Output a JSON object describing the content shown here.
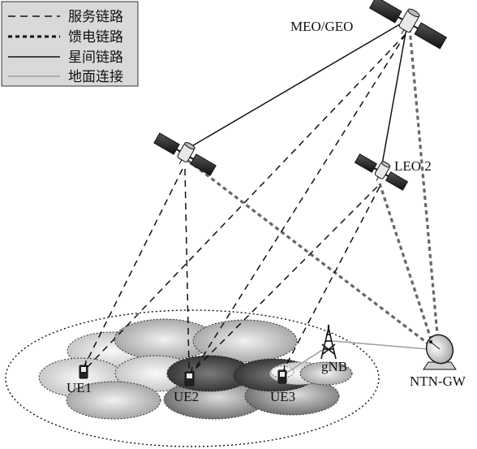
{
  "legend": {
    "items": [
      {
        "label": "服务链路",
        "style": "dash-long"
      },
      {
        "label": "馈电链路",
        "style": "dash-short"
      },
      {
        "label": "星间链路",
        "style": "solid"
      },
      {
        "label": "地面连接",
        "style": "solid-gray"
      }
    ]
  },
  "labels": {
    "meo_geo": "MEO/GEO",
    "leo2": "LEO 2",
    "ntn_gw": "NTN-GW",
    "gnb": "gNB",
    "ue1": "UE1",
    "ue2": "UE2",
    "ue3": "UE3"
  },
  "colors": {
    "feeder_link": "#666666",
    "ground_link": "#a0a0a0",
    "legend_bg": "#d9d9d9"
  }
}
